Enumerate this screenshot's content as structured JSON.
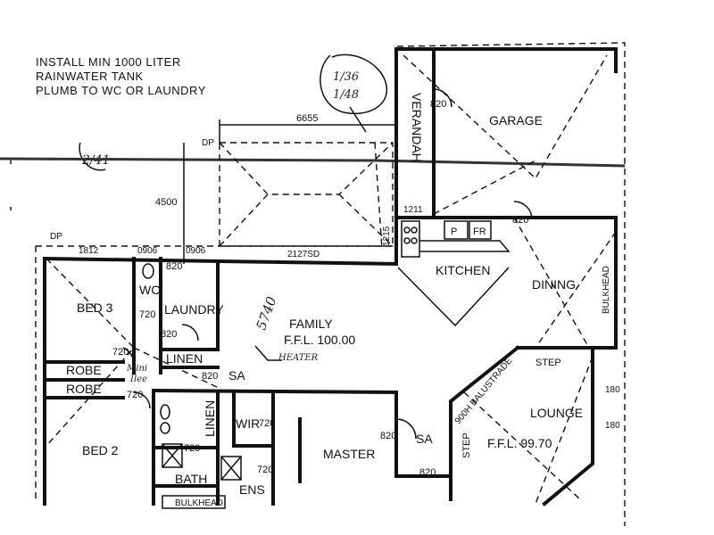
{
  "notes": {
    "line1": "INSTALL MIN 1000 LITER",
    "line2": "RAINWATER TANK",
    "line3": "PLUMB TO WC OR LAUNDRY"
  },
  "handwritten": {
    "top_fraction_a": "1/36",
    "top_fraction_b": "1/48",
    "left_mark": "2/41",
    "family_figure": "5740",
    "heater": "HEATER",
    "bed_note_a": "Mini",
    "bed_note_b": "Ilee"
  },
  "dimensions": {
    "d6655": "6655",
    "d4500": "4500",
    "dp_top": "DP",
    "dp_left": "DP",
    "d1211": "1211",
    "d1215": "1215",
    "d1812": "1812",
    "d0906a": "0906",
    "d0906b": "0906",
    "d2127": "2127SD",
    "d180a": "180",
    "d180b": "180"
  },
  "rooms": {
    "garage": "GARAGE",
    "verandah": "VERANDAH",
    "kitchen": "KITCHEN",
    "dining": "DINING",
    "bulkhead": "BULKHEAD",
    "family": "FAMILY",
    "family_ffl": "F.F.L. 100.00",
    "bed3": "BED 3",
    "wc": "WC",
    "laundry": "LAUNDRY",
    "linen1": "LINEN",
    "linen2": "LINEN",
    "robe1": "ROBE",
    "robe2": "ROBE",
    "bed2": "BED 2",
    "bath": "BATH",
    "ens": "ENS",
    "wir": "WIR",
    "master": "MASTER",
    "sa1": "SA",
    "sa2": "SA",
    "lounge": "LOUNGE",
    "lounge_ffl": "F.F.L. 99.70",
    "step1": "STEP",
    "step2": "STEP",
    "balustrade": "900H BALUSTRADE",
    "bulkhead_bottom": "BULKHEAD",
    "pantry_p": "P",
    "pantry_fr": "FR"
  },
  "doors": {
    "garage": "820",
    "dining": "820",
    "wc": "820",
    "wc_side": "720",
    "laundry": "820",
    "bed3": "720",
    "bed2": "720",
    "sa": "820",
    "wir": "720",
    "master": "820",
    "ens": "720",
    "bath": "720",
    "lounge": "820"
  }
}
